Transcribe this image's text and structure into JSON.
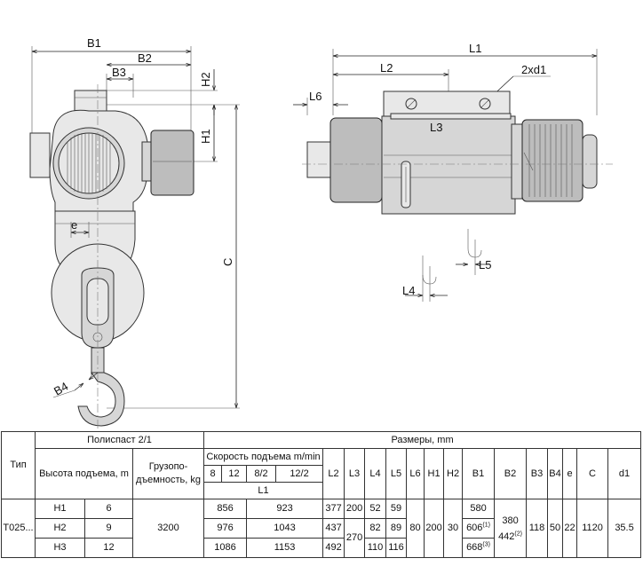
{
  "drawing": {
    "labels": {
      "B1": "B1",
      "B2": "B2",
      "B3": "B3",
      "H2": "H2",
      "H1": "H1",
      "C": "C",
      "e": "e",
      "B4": "B4",
      "L1": "L1",
      "L2": "L2",
      "L6": "L6",
      "d1": "2xd1",
      "L3": "L3",
      "L5": "L5",
      "L4": "L4"
    }
  },
  "table": {
    "head": {
      "type": "Тип",
      "pulley": "Полиспаст 2/1",
      "dims": "Размеры, mm",
      "height": "Высота подъема, m",
      "capacity": "Грузопо-дъемность, kg",
      "speed": "Скорость подъема m/min",
      "sp8": "8",
      "sp12": "12",
      "sp82": "8/2",
      "sp122": "12/2",
      "L1": "L1",
      "L2": "L2",
      "L3": "L3",
      "L4": "L4",
      "L5": "L5",
      "L6": "L6",
      "H1": "H1",
      "H2": "H2",
      "B1": "B1",
      "B2": "B2",
      "B3": "B3",
      "B4": "B4",
      "e": "e",
      "C": "C",
      "d1": "d1"
    },
    "type": "T025...",
    "capacity": "3200",
    "rows": [
      {
        "h": "H1",
        "m": "6",
        "l1a": "856",
        "l1b": "923",
        "L2": "377",
        "L3": "200",
        "L4": "52",
        "L5": "59",
        "B1": "580",
        "B1sup": ""
      },
      {
        "h": "H2",
        "m": "9",
        "l1a": "976",
        "l1b": "1043",
        "L2": "437",
        "L3": "270",
        "L4": "82",
        "L5": "89",
        "B1": "606",
        "B1sup": "(1)"
      },
      {
        "h": "H3",
        "m": "12",
        "l1a": "1086",
        "l1b": "1153",
        "L2": "492",
        "L3": "",
        "L4": "110",
        "L5": "116",
        "B1": "668",
        "B1sup": "(3)"
      }
    ],
    "shared": {
      "L6": "80",
      "H1": "200",
      "H2": "30",
      "B2a": "380",
      "B2b": "442",
      "B2sup": "(2)",
      "B3": "118",
      "B4": "50",
      "e": "22",
      "C": "1120",
      "d1": "35.5"
    }
  }
}
